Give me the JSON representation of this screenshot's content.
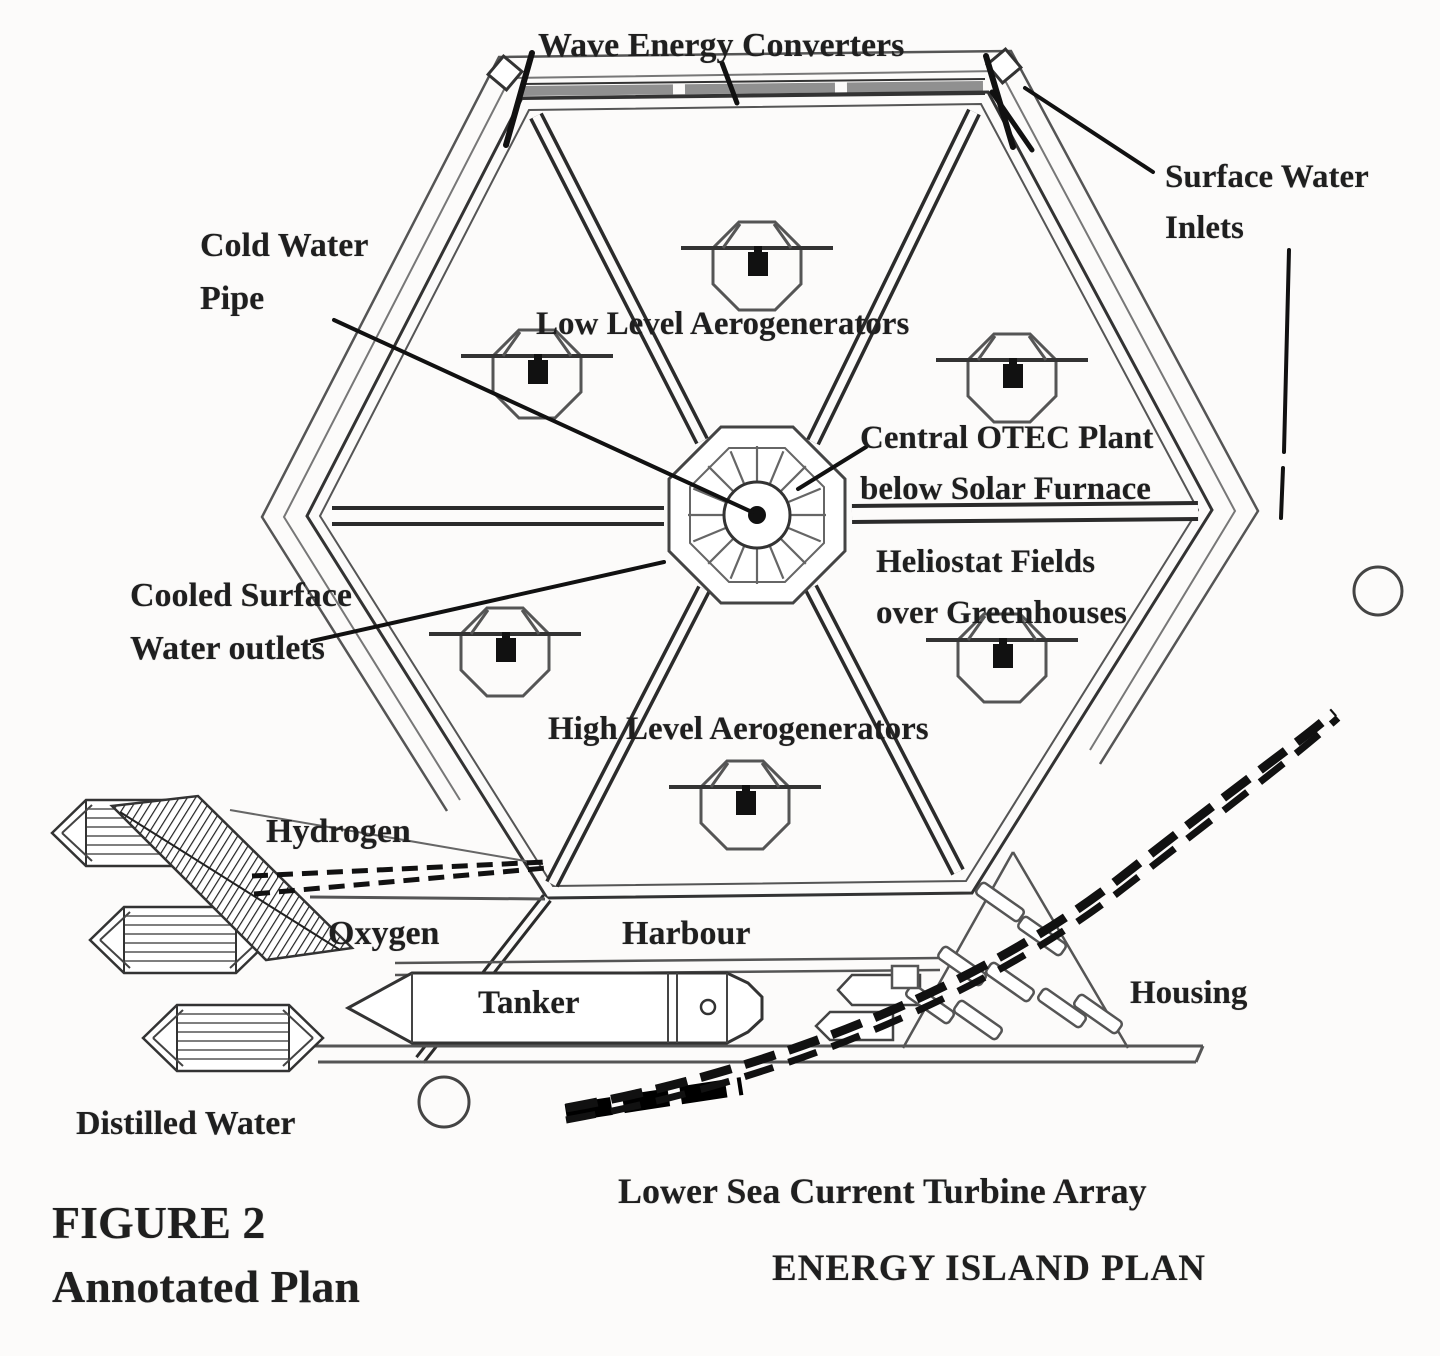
{
  "figure": {
    "number": "FIGURE 2",
    "caption": "Annotated Plan",
    "plan_title": "ENERGY ISLAND PLAN"
  },
  "labels": {
    "wave_energy_converters": "Wave Energy Converters",
    "surface_water_inlets_1": "Surface Water",
    "surface_water_inlets_2": "Inlets",
    "cold_water_pipe_1": "Cold Water",
    "cold_water_pipe_2": "Pipe",
    "low_level_aerogenerators": "Low Level Aerogenerators",
    "central_otec_1": "Central OTEC Plant",
    "central_otec_2": "below Solar Furnace",
    "heliostat_1": "Heliostat Fields",
    "heliostat_2": "over Greenhouses",
    "cooled_surface_1": "Cooled Surface",
    "cooled_surface_2": "Water outlets",
    "high_level_aerogenerators": "High Level Aerogenerators",
    "hydrogen": "Hydrogen",
    "oxygen": "Oxygen",
    "harbour": "Harbour",
    "tanker": "Tanker",
    "housing": "Housing",
    "distilled_water": "Distilled Water",
    "lower_sea_current_turbine_array": "Lower Sea Current Turbine Array"
  },
  "icons": [
    "aerogenerator-icon",
    "central-otec-hub-icon",
    "tanker-ship-icon",
    "storage-tank-icon",
    "boat-icon",
    "housing-block-icon",
    "turbine-array-arc-icon",
    "hatched-ramp-icon"
  ],
  "colors": {
    "ink": "#1a1a1a",
    "line_dark": "#333333",
    "line_mid": "#555555",
    "line_light": "#888888",
    "background": "#fcfbfa"
  }
}
